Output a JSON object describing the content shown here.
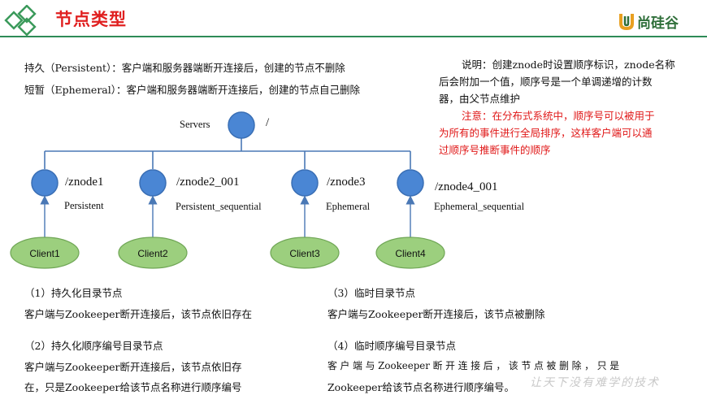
{
  "header": {
    "title": "节点类型",
    "brand": "尚硅谷"
  },
  "definitions": {
    "persistent": "持久（Persistent）：客户端和服务器端断开连接后，创建的节点不删除",
    "ephemeral": "短暂（Ephemeral）：客户端和服务器端断开连接后，创建的节点自己删除"
  },
  "note": {
    "line1": "说明：创建znode时设置顺序标识，znode名称",
    "line2": "后会附加一个值，顺序号是一个单调递增的计数",
    "line3": "器，由父节点维护",
    "warn1": "注意：在分布式系统中，顺序号可以被用于",
    "warn2": "为所有的事件进行全局排序，这样客户端可以通",
    "warn3": "过顺序号推断事件的顺序"
  },
  "diagram": {
    "root_label": "Servers",
    "root_path": "/",
    "nodes": [
      {
        "path": "/znode1",
        "type": "Persistent",
        "client": "Client1"
      },
      {
        "path": "/znode2_001",
        "type": "Persistent_sequential",
        "client": "Client2"
      },
      {
        "path": "/znode3",
        "type": "Ephemeral",
        "client": "Client3"
      },
      {
        "path": "/znode4_001",
        "type": "Ephemeral_sequential",
        "client": "Client4"
      }
    ],
    "colors": {
      "node": "#4a86d4",
      "client": "#9ccf7e",
      "line": "#4a78b5"
    }
  },
  "sections": [
    {
      "title": "（1）持久化目录节点",
      "line1": "客户端与Zookeeper断开连接后，该节点依旧存在"
    },
    {
      "title": "（2）持久化顺序编号目录节点",
      "line1": "客户端与Zookeeper断开连接后，该节点依旧存",
      "line2": "在，只是Zookeeper给该节点名称进行顺序编号"
    },
    {
      "title": "（3）临时目录节点",
      "line1": "客户端与Zookeeper断开连接后，该节点被删除"
    },
    {
      "title": "（4）临时顺序编号目录节点",
      "line1": "客 户 端 与 Zookeeper 断 开 连 接 后 ， 该 节 点 被 删 除 ， 只 是",
      "line2": "Zookeeper给该节点名称进行顺序编号。"
    }
  ],
  "watermark": "让天下没有难学的技术"
}
